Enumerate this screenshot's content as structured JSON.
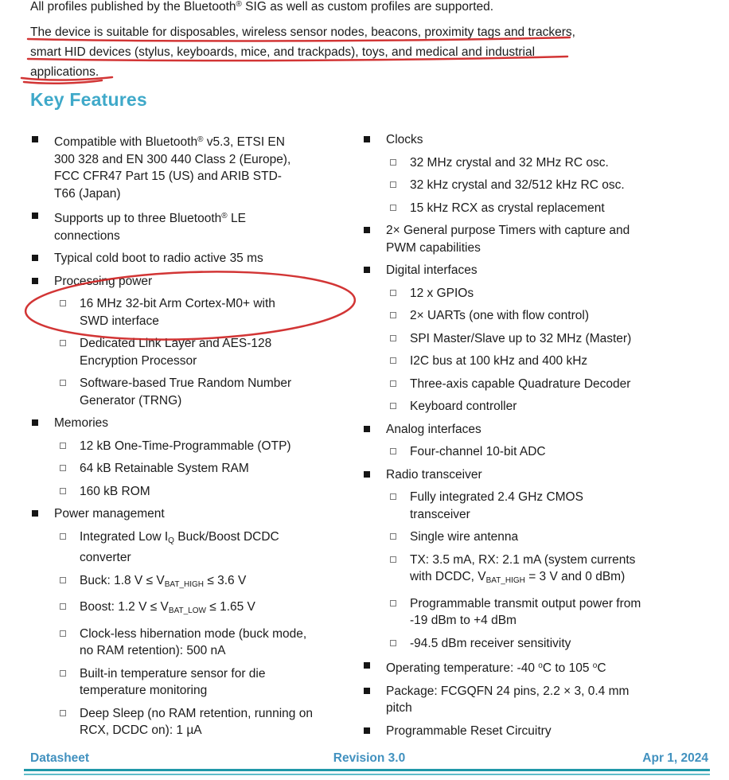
{
  "colors": {
    "heading": "#3FA9C9",
    "footer": "#4191BF",
    "annotation": "#CE2424",
    "rule_dark": "#2098A9",
    "rule_light": "#5FBCC9",
    "text": "#1B1B1B",
    "bullet_filled": "#151515",
    "bullet_open": "#7A7A7A"
  },
  "intro": {
    "segments": [
      {
        "t": "All profiles published by the Bluetooth"
      },
      {
        "t": "®",
        "sup": true
      },
      {
        "t": " SIG as well as custom profiles are supported."
      }
    ]
  },
  "description": {
    "lines": [
      "The device is suitable for disposables, wireless sensor nodes, beacons, proximity tags and trackers,",
      "smart HID devices (stylus, keyboards, mice, and trackpads), toys, and medical and industrial",
      "applications."
    ]
  },
  "heading": "Key Features",
  "features": {
    "left": [
      {
        "level": 1,
        "segments": [
          {
            "t": "Compatible with Bluetooth"
          },
          {
            "t": "®",
            "sup": true
          },
          {
            "t": " v5.3, ETSI EN"
          },
          {
            "br": true
          },
          {
            "t": "300 328 and EN 300 440 Class 2 (Europe),"
          },
          {
            "br": true
          },
          {
            "t": "FCC CFR47 Part 15 (US) and ARIB STD-"
          },
          {
            "br": true
          },
          {
            "t": "T66 (Japan)"
          }
        ]
      },
      {
        "level": 1,
        "segments": [
          {
            "t": "Supports up to three Bluetooth"
          },
          {
            "t": "®",
            "sup": true
          },
          {
            "t": " LE"
          },
          {
            "br": true
          },
          {
            "t": "connections"
          }
        ]
      },
      {
        "level": 1,
        "text": "Typical cold boot to radio active 35 ms"
      },
      {
        "level": 1,
        "text": "Processing power"
      },
      {
        "level": 2,
        "segments": [
          {
            "t": "16 MHz 32-bit Arm Cortex-M0+ with"
          },
          {
            "br": true
          },
          {
            "t": "SWD interface"
          }
        ]
      },
      {
        "level": 2,
        "segments": [
          {
            "t": "Dedicated Link Layer and AES-128"
          },
          {
            "br": true
          },
          {
            "t": "Encryption Processor"
          }
        ]
      },
      {
        "level": 2,
        "segments": [
          {
            "t": "Software-based True Random Number"
          },
          {
            "br": true
          },
          {
            "t": "Generator (TRNG)"
          }
        ]
      },
      {
        "level": 1,
        "text": "Memories"
      },
      {
        "level": 2,
        "text": "12 kB One-Time-Programmable (OTP)"
      },
      {
        "level": 2,
        "text": "64 kB Retainable System RAM"
      },
      {
        "level": 2,
        "text": "160 kB ROM"
      },
      {
        "level": 1,
        "text": "Power management"
      },
      {
        "level": 2,
        "segments": [
          {
            "t": "Integrated Low I"
          },
          {
            "t": "Q",
            "sub": true
          },
          {
            "t": " Buck/Boost DCDC"
          },
          {
            "br": true
          },
          {
            "t": "converter"
          }
        ]
      },
      {
        "level": 2,
        "segments": [
          {
            "t": "Buck: 1.8 V ≤ V"
          },
          {
            "t": "BAT_HIGH",
            "sub": true
          },
          {
            "t": " ≤ 3.6 V"
          }
        ]
      },
      {
        "level": 2,
        "segments": [
          {
            "t": "Boost: 1.2 V ≤ V"
          },
          {
            "t": "BAT_LOW",
            "sub": true
          },
          {
            "t": " ≤ 1.65 V"
          }
        ]
      },
      {
        "level": 2,
        "segments": [
          {
            "t": "Clock-less hibernation mode (buck mode,"
          },
          {
            "br": true
          },
          {
            "t": "no RAM retention): 500 nA"
          }
        ]
      },
      {
        "level": 2,
        "segments": [
          {
            "t": "Built-in temperature sensor for die"
          },
          {
            "br": true
          },
          {
            "t": "temperature monitoring"
          }
        ]
      },
      {
        "level": 2,
        "segments": [
          {
            "t": "Deep Sleep (no RAM retention, running on"
          },
          {
            "br": true
          },
          {
            "t": "RCX, DCDC on): 1 µA"
          }
        ]
      }
    ],
    "right": [
      {
        "level": 1,
        "text": "Clocks"
      },
      {
        "level": 2,
        "text": "32 MHz crystal and 32 MHz RC osc."
      },
      {
        "level": 2,
        "text": "32 kHz crystal and 32/512 kHz RC osc."
      },
      {
        "level": 2,
        "text": "15 kHz RCX as crystal replacement"
      },
      {
        "level": 1,
        "segments": [
          {
            "t": "2× General purpose Timers with capture and"
          },
          {
            "br": true
          },
          {
            "t": "PWM capabilities"
          }
        ]
      },
      {
        "level": 1,
        "text": "Digital interfaces"
      },
      {
        "level": 2,
        "text": "12 x GPIOs"
      },
      {
        "level": 2,
        "text": "2× UARTs (one with flow control)"
      },
      {
        "level": 2,
        "text": "SPI Master/Slave up to 32 MHz (Master)"
      },
      {
        "level": 2,
        "text": "I2C bus at 100 kHz and 400 kHz"
      },
      {
        "level": 2,
        "text": "Three-axis capable Quadrature Decoder"
      },
      {
        "level": 2,
        "text": "Keyboard controller"
      },
      {
        "level": 1,
        "text": "Analog interfaces"
      },
      {
        "level": 2,
        "text": "Four-channel 10-bit ADC"
      },
      {
        "level": 1,
        "text": "Radio transceiver"
      },
      {
        "level": 2,
        "segments": [
          {
            "t": "Fully integrated 2.4 GHz CMOS"
          },
          {
            "br": true
          },
          {
            "t": "transceiver"
          }
        ]
      },
      {
        "level": 2,
        "text": "Single wire antenna"
      },
      {
        "level": 2,
        "segments": [
          {
            "t": "TX: 3.5 mA, RX: 2.1 mA (system currents"
          },
          {
            "br": true
          },
          {
            "t": "with DCDC, V"
          },
          {
            "t": "BAT_HIGH",
            "sub": true
          },
          {
            "t": " = 3 V and 0 dBm)"
          }
        ]
      },
      {
        "level": 2,
        "segments": [
          {
            "t": "Programmable transmit output power from"
          },
          {
            "br": true
          },
          {
            "t": "-19 dBm to +4 dBm"
          }
        ]
      },
      {
        "level": 2,
        "text": "-94.5 dBm receiver sensitivity"
      },
      {
        "level": 1,
        "segments": [
          {
            "t": "Operating temperature: -40 "
          },
          {
            "t": "o",
            "sup": true
          },
          {
            "t": "C to 105 "
          },
          {
            "t": "o",
            "sup": true
          },
          {
            "t": "C"
          }
        ]
      },
      {
        "level": 1,
        "segments": [
          {
            "t": "Package: FCGQFN 24 pins, 2.2 × 3, 0.4 mm"
          },
          {
            "br": true
          },
          {
            "t": "pitch"
          }
        ]
      },
      {
        "level": 1,
        "text": "Programmable Reset Circuitry"
      }
    ]
  },
  "footer": {
    "doc_type": "Datasheet",
    "revision": "Revision 3.0",
    "date": "Apr 1, 2024"
  }
}
